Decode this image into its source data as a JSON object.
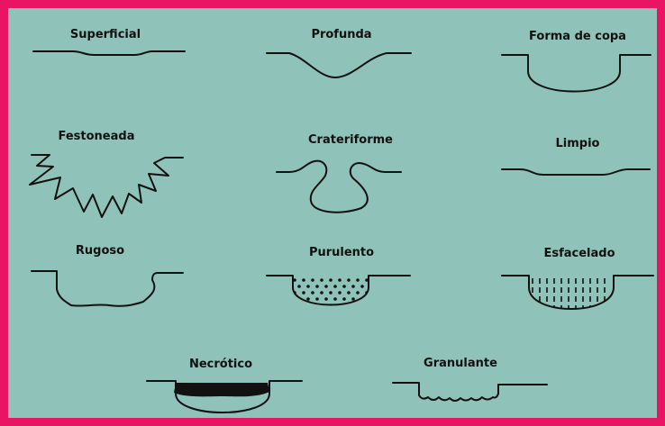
{
  "labels": {
    "superficial": "Superficial",
    "profunda": "Profunda",
    "forma_copa": "Forma de copa",
    "festoneada": "Festoneada",
    "crateriforme": "Crateriforme",
    "limpio": "Limpio",
    "rugoso": "Rugoso",
    "purulento": "Purulento",
    "esfacelado": "Esfacelado",
    "necrotico": "Necrótico",
    "granulante": "Granulante"
  },
  "colors": {
    "border": "#ea1464",
    "background": "#8fc3ba",
    "ink": "#111111"
  }
}
